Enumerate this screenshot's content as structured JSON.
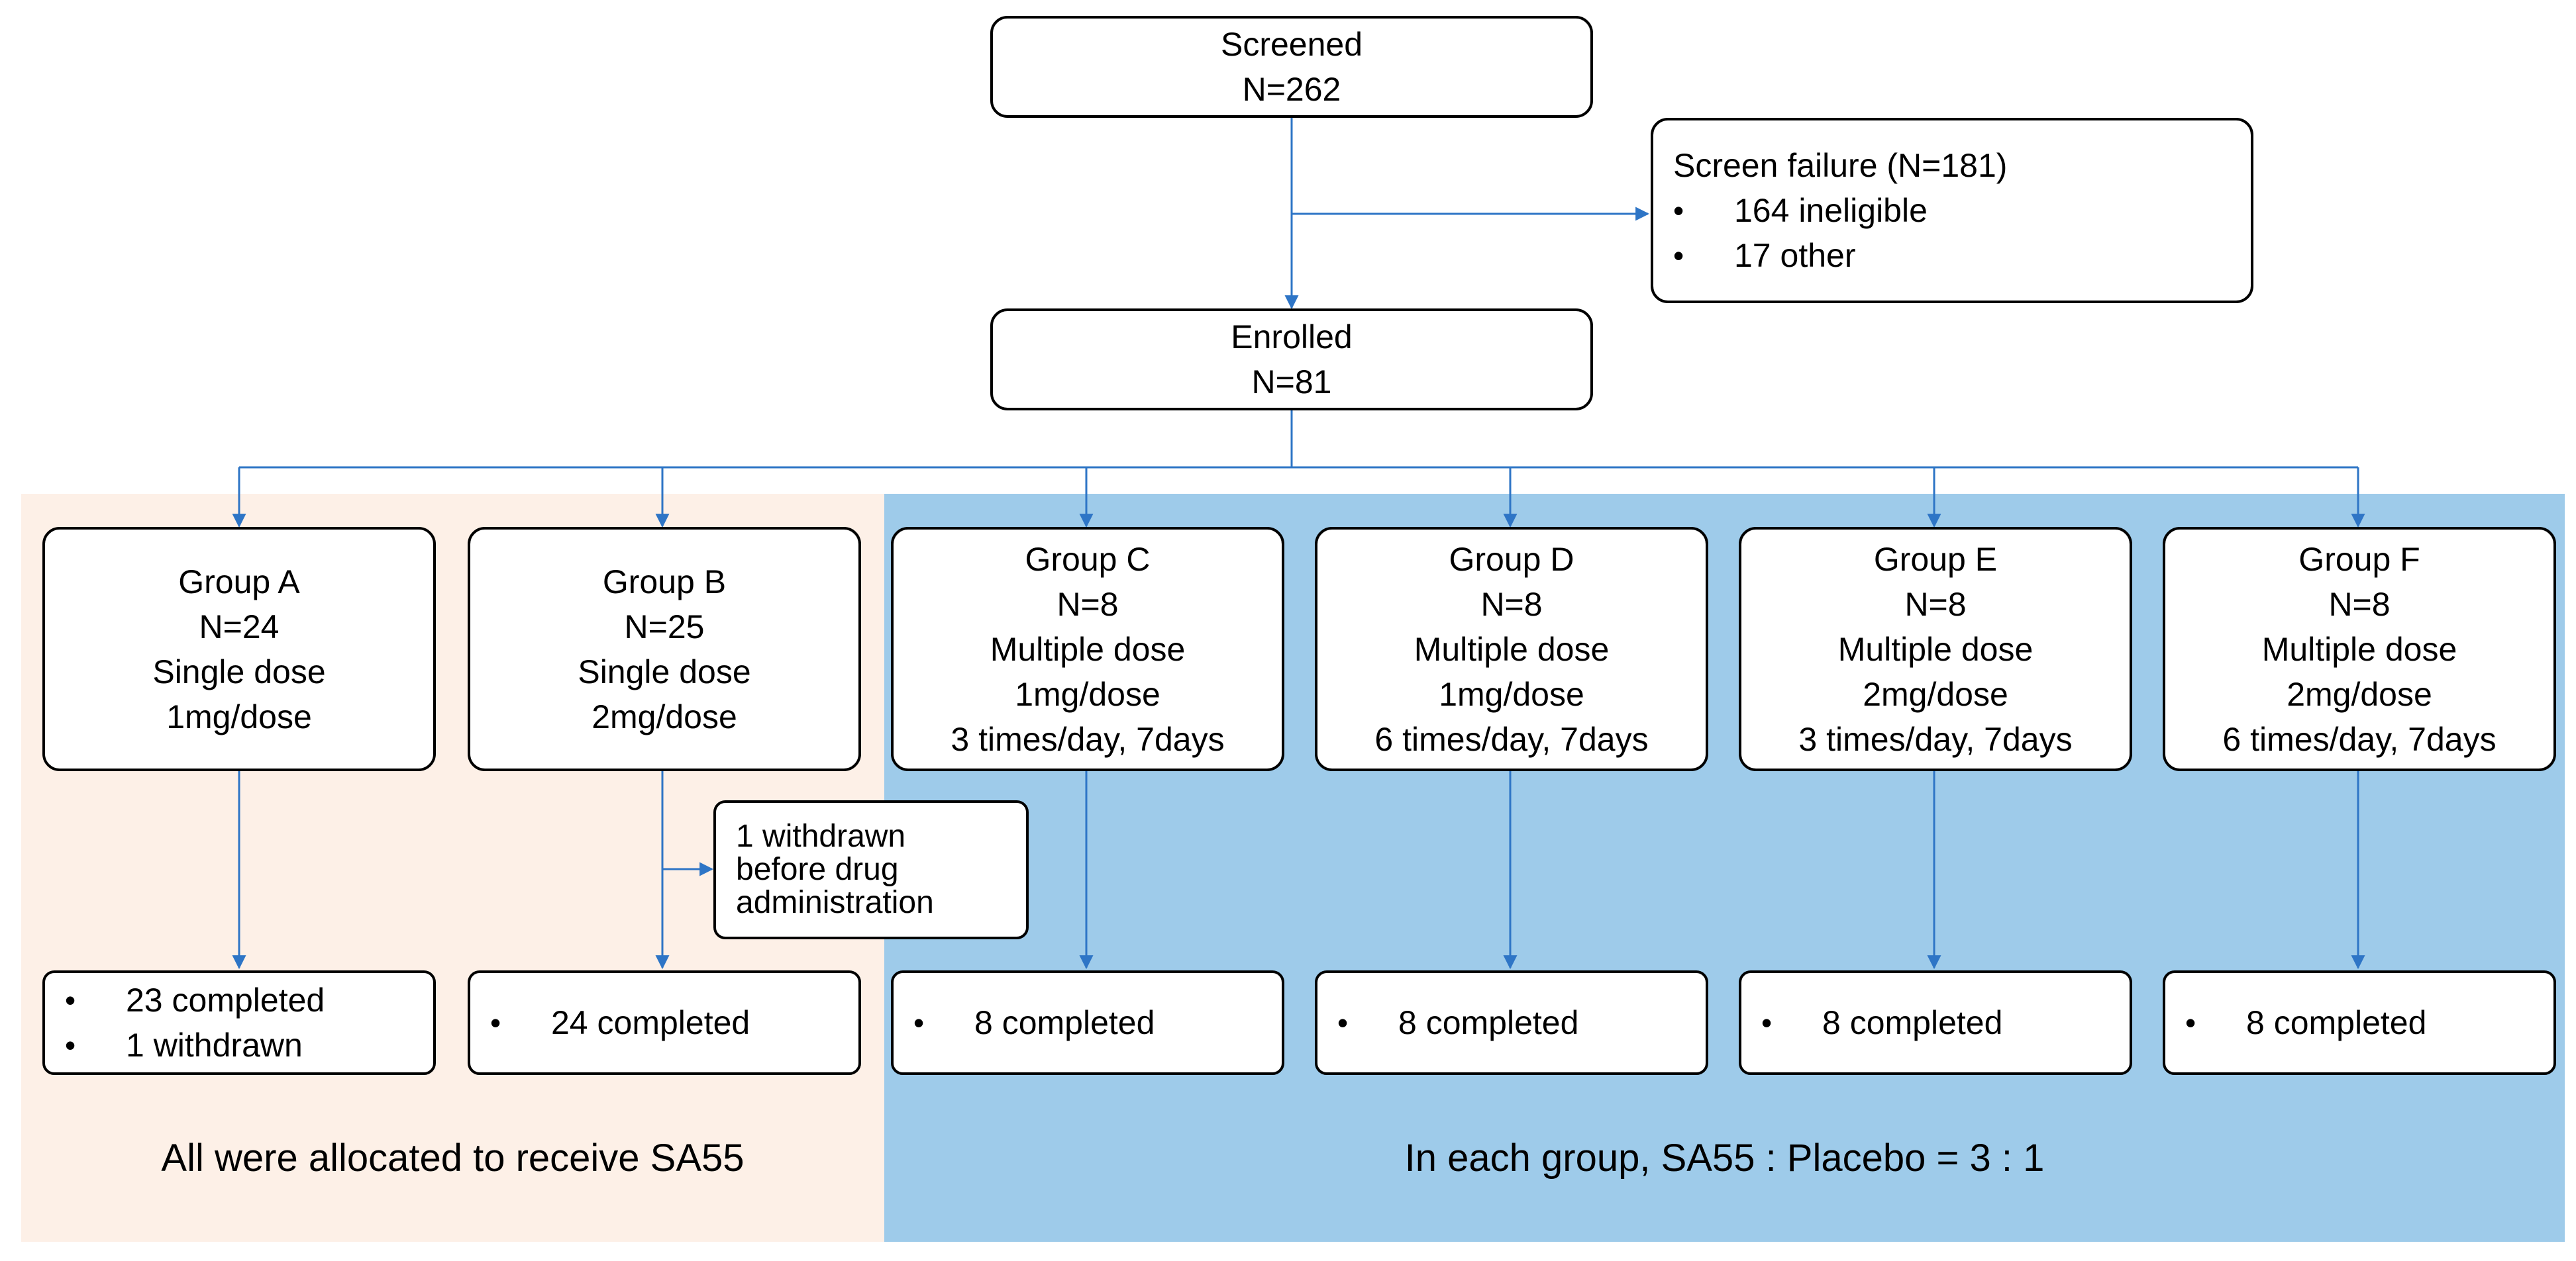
{
  "screened": {
    "title": "Screened",
    "n": "N=262"
  },
  "screen_failure": {
    "title": "Screen failure (N=181)",
    "items": [
      "164 ineligible",
      "17 other"
    ]
  },
  "enrolled": {
    "title": "Enrolled",
    "n": "N=81"
  },
  "groups": [
    {
      "name": "Group A",
      "n": "N=24",
      "lines": [
        "Single dose",
        "1mg/dose"
      ]
    },
    {
      "name": "Group B",
      "n": "N=25",
      "lines": [
        "Single dose",
        "2mg/dose"
      ]
    },
    {
      "name": "Group C",
      "n": "N=8",
      "lines": [
        "Multiple dose",
        "1mg/dose",
        "3 times/day, 7days"
      ]
    },
    {
      "name": "Group D",
      "n": "N=8",
      "lines": [
        "Multiple dose",
        "1mg/dose",
        "6 times/day, 7days"
      ]
    },
    {
      "name": "Group E",
      "n": "N=8",
      "lines": [
        "Multiple dose",
        "2mg/dose",
        "3 times/day, 7days"
      ]
    },
    {
      "name": "Group F",
      "n": "N=8",
      "lines": [
        "Multiple dose",
        "2mg/dose",
        "6 times/day, 7days"
      ]
    }
  ],
  "withdrawn_note": [
    "1 withdrawn",
    "before drug",
    "administration"
  ],
  "outcomes": [
    [
      "23 completed",
      "1 withdrawn"
    ],
    [
      "24 completed"
    ],
    [
      "8 completed"
    ],
    [
      "8 completed"
    ],
    [
      "8 completed"
    ],
    [
      "8 completed"
    ]
  ],
  "bullet": "•",
  "captions": {
    "left": "All were allocated to receive SA55",
    "right": "In each group, SA55 : Placebo = 3 : 1"
  },
  "colors": {
    "left_panel": "#fdf0e7",
    "right_panel": "#9ecbea",
    "arrow": "#2e75c6",
    "border": "#000000"
  }
}
